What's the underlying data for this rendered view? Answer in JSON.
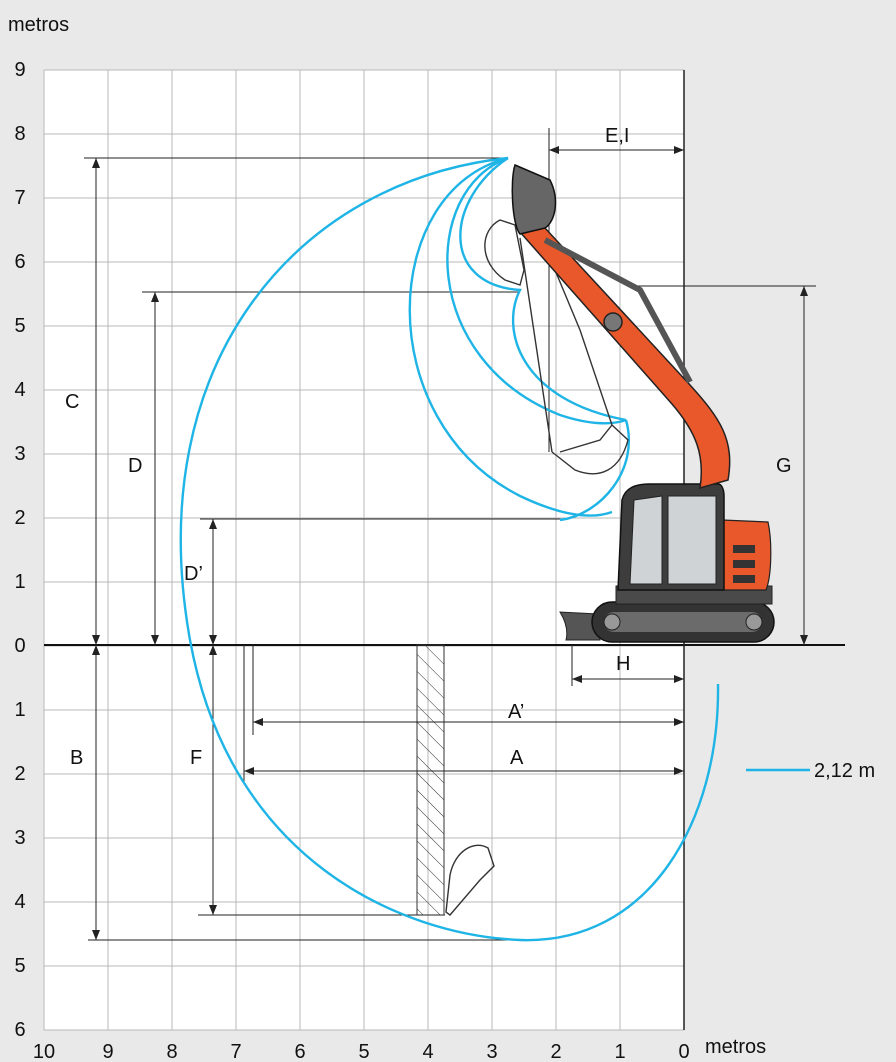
{
  "axes": {
    "y_unit": "metros",
    "x_unit": "metros",
    "y_ticks_up": [
      "0",
      "1",
      "2",
      "3",
      "4",
      "5",
      "6",
      "7",
      "8",
      "9"
    ],
    "y_ticks_down": [
      "1",
      "2",
      "3",
      "4",
      "5",
      "6"
    ],
    "x_ticks": [
      "10",
      "9",
      "8",
      "7",
      "6",
      "5",
      "4",
      "3",
      "2",
      "1",
      "0"
    ]
  },
  "dimensions": {
    "A": "A",
    "A_prime": "A’",
    "B": "B",
    "C": "C",
    "D": "D",
    "D_prime": "D’",
    "E_I": "E,I",
    "F": "F",
    "G": "G",
    "H": "H"
  },
  "legend": {
    "label": "2,12 m",
    "color": "#1fb4e6"
  },
  "colors": {
    "machine_orange": "#e8582a",
    "curve": "#1fb4e6",
    "grid": "#b9b9b9"
  }
}
